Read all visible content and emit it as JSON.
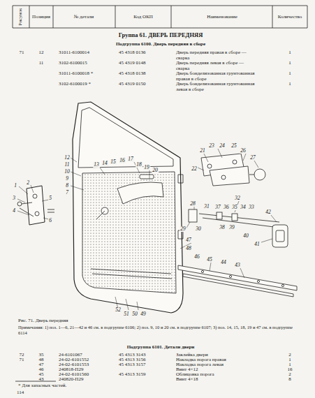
{
  "diagram": {
    "title": "Группа 61. ДВЕРЬ ПЕРЕДНЯЯ",
    "caption": "Рис. 71. Дверь передняя",
    "labels": [
      "Рисунок",
      "Позиция",
      "№ детали",
      "Код ОКП",
      "Наименование",
      "Количество",
      "Подгруппа 6100. Дверь передняя в сборе",
      "71",
      "12",
      "31011-6100014",
      "45 4318 0136",
      "Дверь передняя правая в сборе — сварка",
      "1",
      "11",
      "3102-6100015",
      "45 4319 0148",
      "Дверь передняя левая в сборе — сварка",
      "1",
      "31011-6100018 *",
      "45 4318 0138",
      "Дверь бонделизованная грунтованная правая в сборе",
      "1",
      "3102-6100019 *",
      "45 4319 0150",
      "Дверь бонделизованная грунтованная левая в сборе",
      "1",
      "1",
      "2",
      "3",
      "4",
      "5",
      "6",
      "7",
      "8",
      "9",
      "10",
      "11",
      "12",
      "13",
      "14",
      "15",
      "16",
      "17",
      "18",
      "19",
      "20",
      "21",
      "22",
      "23",
      "24",
      "25",
      "26",
      "27",
      "28",
      "29",
      "30",
      "31",
      "32",
      "33",
      "34",
      "35",
      "36",
      "37",
      "38",
      "39",
      "40",
      "41",
      "42",
      "43",
      "44",
      "45",
      "46",
      "47",
      "48",
      "49",
      "50",
      "51",
      "52",
      "Примечания: 1) поз. 1—6, 21—42 и 46 см. в подгруппе 6106; 2) поз. 9, 10 и 20 см. в подгруппе 6107; 3) поз. 14, 15, 18, 19 и 47 см. в подгруппе 6114",
      "Подгруппа 6101. Детали двери",
      "72",
      "35",
      "24-6101067",
      "45 4313 3143",
      "Заклейка двери",
      "2",
      "71",
      "48",
      "24-02-6101552",
      "45 4313 3156",
      "Накладка порога правая",
      "1",
      "47",
      "24-02-6101553",
      "45 4313 3157",
      "Накладка порога левая",
      "1",
      "46",
      "240818-П29",
      "Винт 4×12",
      "16",
      "45",
      "24-02-6101560",
      "45 4313 3159",
      "Облицовка порога",
      "2",
      "43",
      "240820-П29",
      "Винт 4×18",
      "8",
      "* Для запасных частей.",
      "114"
    ]
  }
}
